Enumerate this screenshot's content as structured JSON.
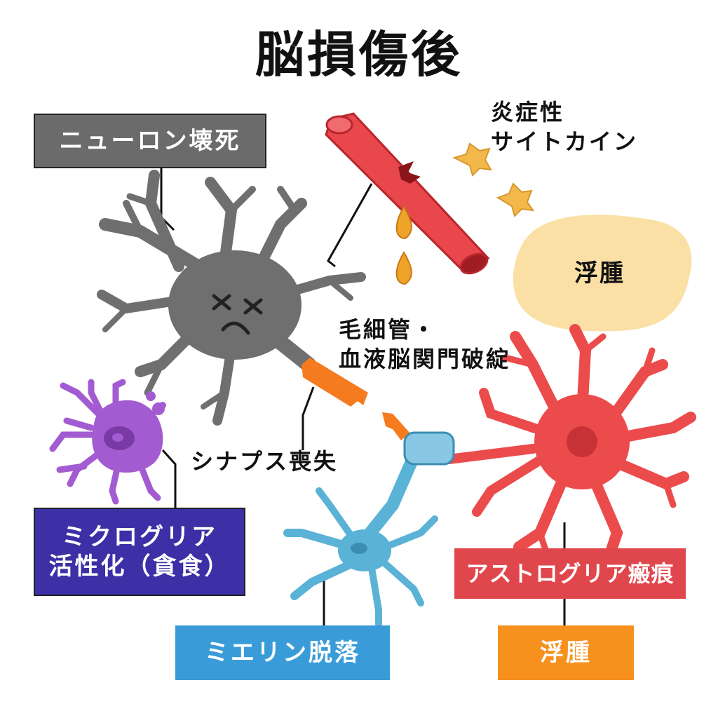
{
  "title": "脳損傷後",
  "labels": {
    "neuron_death": "ニューロン壊死",
    "cytokines_line1": "炎症性",
    "cytokines_line2": "サイトカイン",
    "edema_blob": "浮腫",
    "bbb_line1": "毛細管・",
    "bbb_line2": "血液脳関門破綻",
    "synapse_loss": "シナプス喪失",
    "microglia_line1": "ミクログリア",
    "microglia_line2": "活性化（貪食）",
    "demyelination": "ミエリン脱落",
    "astro_scar": "アストログリア瘢痕",
    "edema_box": "浮腫"
  },
  "colors": {
    "neuron": "#6f6f6f",
    "vessel": "#e8474c",
    "blood_drop": "#f0a32a",
    "cytokine": "#f2b94a",
    "edema": "#fbe0a6",
    "astrocyte": "#ec4b4b",
    "oligodendrocyte": "#5ab3d6",
    "microglia": "#a35bd1",
    "synapse_break": "#f57b1e",
    "box_gray": "#6b6b6b",
    "box_purple": "#3d2fa6",
    "box_blue": "#3a9bd9",
    "box_red": "#e0474c",
    "box_orange": "#f7911e"
  },
  "icons": {
    "neuron": "dead-neuron-icon",
    "vessel": "ruptured-vessel-icon",
    "astrocyte": "astrocyte-icon",
    "oligodendrocyte": "oligodendrocyte-icon",
    "microglia": "microglia-icon"
  }
}
